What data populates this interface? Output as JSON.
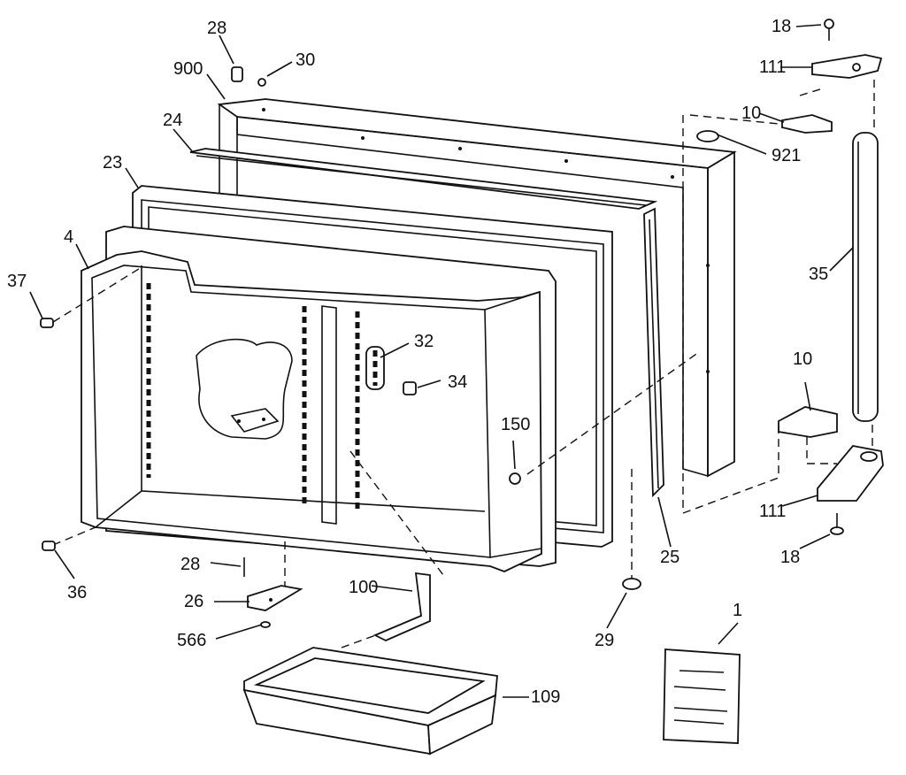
{
  "diagram": {
    "labels": {
      "p1": "1",
      "p4": "4",
      "p10a": "10",
      "p10b": "10",
      "p18a": "18",
      "p18b": "18",
      "p23": "23",
      "p24": "24",
      "p25": "25",
      "p26": "26",
      "p28a": "28",
      "p28b": "28",
      "p29": "29",
      "p30": "30",
      "p32": "32",
      "p34": "34",
      "p35": "35",
      "p36": "36",
      "p37": "37",
      "p100": "100",
      "p109": "109",
      "p111a": "111",
      "p111b": "111",
      "p150": "150",
      "p566": "566",
      "p900": "900",
      "p921": "921"
    }
  }
}
